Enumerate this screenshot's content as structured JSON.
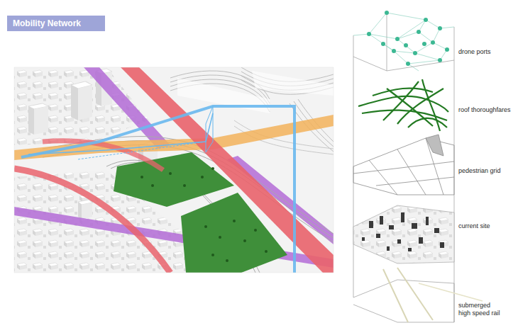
{
  "diagram": {
    "title": "Mobility Network",
    "labels": [
      "drone ports",
      "roof thoroughfares",
      "pedestrian grid",
      "current site",
      "submerged high speed rail"
    ]
  }
}
